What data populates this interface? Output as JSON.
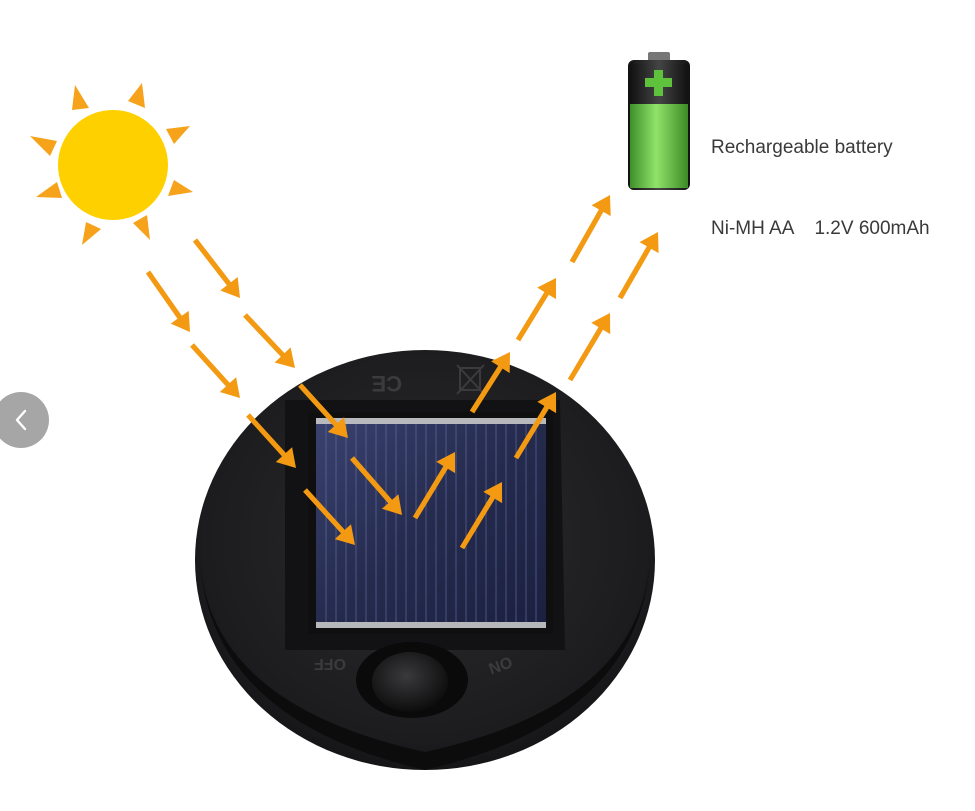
{
  "battery_caption": {
    "line1": "Rechargeable battery",
    "line2": "Ni-MH AA    1.2V 600mAh"
  },
  "switch_labels": {
    "off": "OFF",
    "on": "ON"
  },
  "icons": {
    "nav": "chevron-left-icon",
    "sun": "sun-icon",
    "battery": "battery-icon"
  },
  "colors": {
    "sun": "#ffd000",
    "sun_rays": "#f6a21a",
    "arrows": "#f39a12",
    "battery_green": "#6cc84a",
    "housing": "#1f1f21",
    "panel": "#2b3358"
  }
}
